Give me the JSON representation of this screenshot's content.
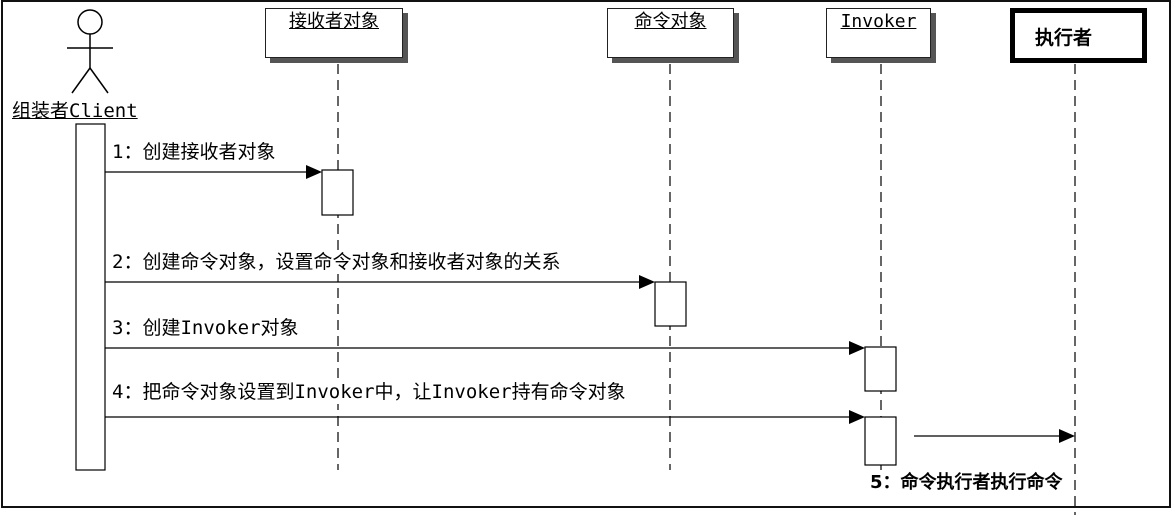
{
  "actor": {
    "label": "组装者Client"
  },
  "objects": {
    "receiver": "接收者对象",
    "command": "命令对象",
    "invoker": "Invoker",
    "executor": "执行者"
  },
  "messages": [
    {
      "text": "1：创建接收者对象"
    },
    {
      "text": "2：创建命令对象，设置命令对象和接收者对象的关系"
    },
    {
      "text": "3：创建Invoker对象"
    },
    {
      "text": "4：把命令对象设置到Invoker中，让Invoker持有命令对象"
    },
    {
      "text": "5：命令执行者执行命令"
    }
  ]
}
